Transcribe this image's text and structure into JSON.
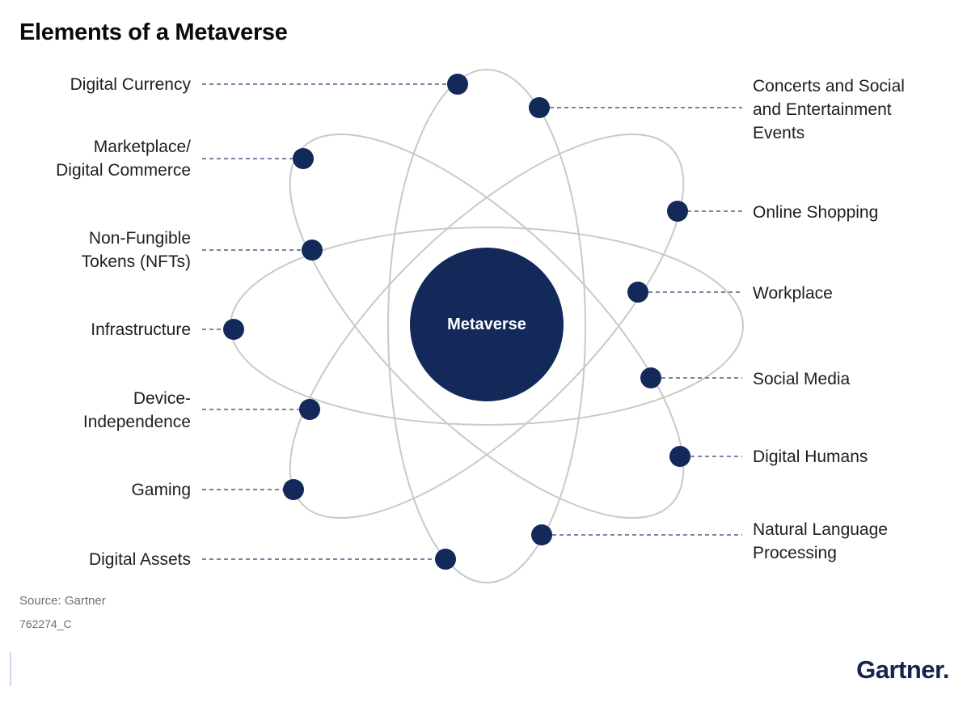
{
  "title": "Elements of a Metaverse",
  "center": "Metaverse",
  "left_labels": [
    {
      "id": "digital-currency",
      "lines": [
        "Digital Currency"
      ]
    },
    {
      "id": "marketplace",
      "lines": [
        "Marketplace/",
        "Digital Commerce"
      ]
    },
    {
      "id": "nfts",
      "lines": [
        "Non-Fungible",
        "Tokens (NFTs)"
      ]
    },
    {
      "id": "infrastructure",
      "lines": [
        "Infrastructure"
      ]
    },
    {
      "id": "device-independence",
      "lines": [
        "Device-",
        "Independence"
      ]
    },
    {
      "id": "gaming",
      "lines": [
        "Gaming"
      ]
    },
    {
      "id": "digital-assets",
      "lines": [
        "Digital Assets"
      ]
    }
  ],
  "right_labels": [
    {
      "id": "concerts",
      "lines": [
        "Concerts and Social",
        "and Entertainment",
        "Events"
      ]
    },
    {
      "id": "online-shopping",
      "lines": [
        "Online Shopping"
      ]
    },
    {
      "id": "workplace",
      "lines": [
        "Workplace"
      ]
    },
    {
      "id": "social-media",
      "lines": [
        "Social Media"
      ]
    },
    {
      "id": "digital-humans",
      "lines": [
        "Digital Humans"
      ]
    },
    {
      "id": "nlp",
      "lines": [
        "Natural Language",
        "Processing"
      ]
    }
  ],
  "source": "Source: Gartner",
  "code": "762274_C",
  "brand": "Gartner.",
  "colors": {
    "node": "#13295a",
    "orbit": "#c9c9c9",
    "leader": "#4a5f86",
    "text": "#1e1e1e"
  }
}
